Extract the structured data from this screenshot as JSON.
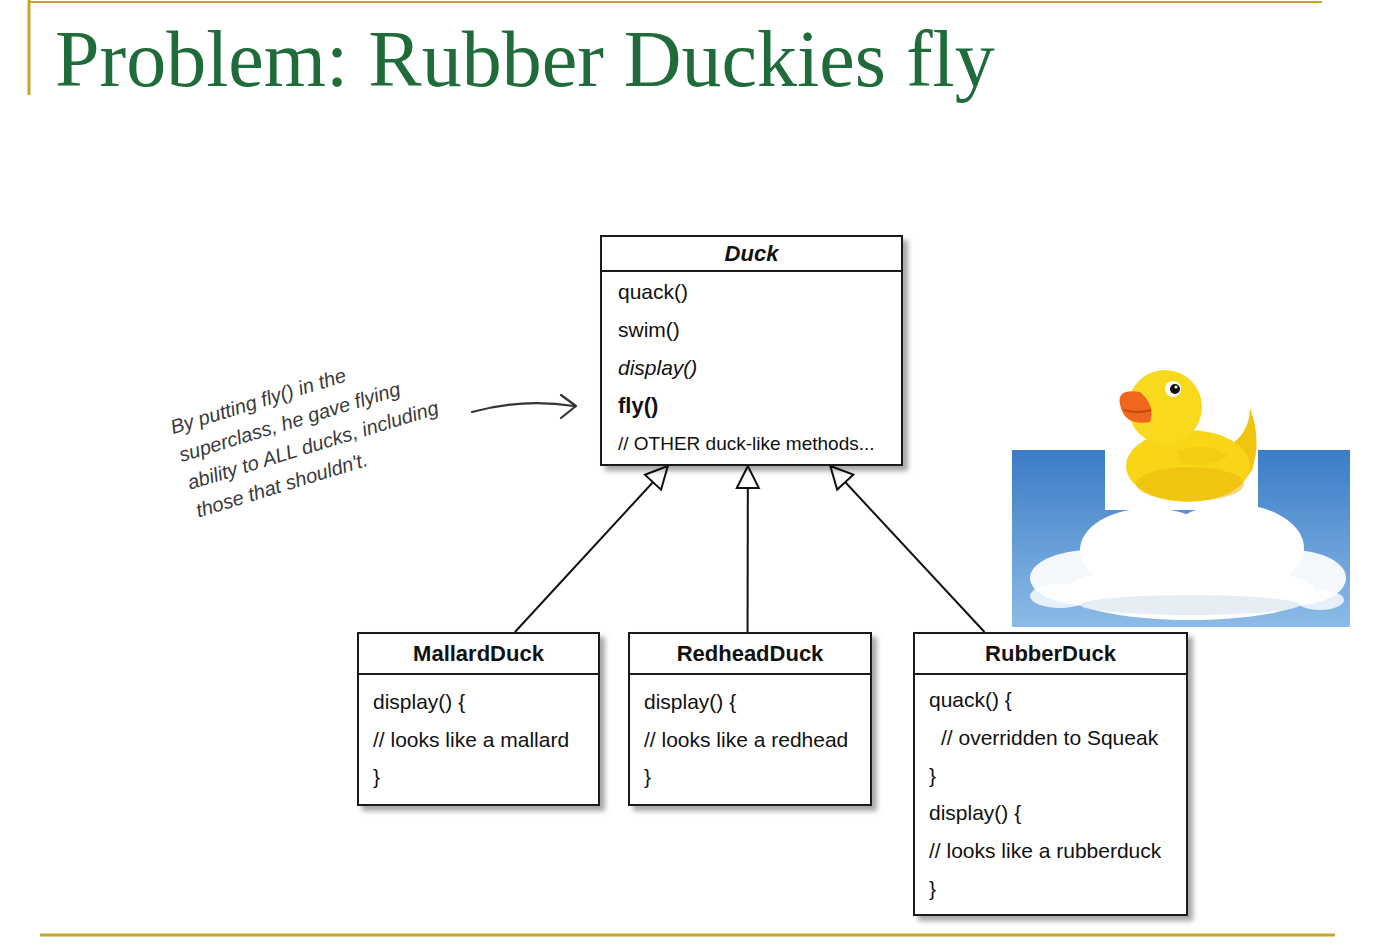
{
  "diagram": {
    "title": "Problem: Rubber Duckies fly",
    "nodes": [
      {
        "text": [
          "Duck",
          "quack()",
          "swim()",
          "display()",
          "fly()",
          "// OTHER duck-like methods..."
        ]
      },
      {
        "text": [
          "MallardDuck",
          "display() {",
          "// looks like a mallard",
          "}"
        ]
      },
      {
        "text": [
          "RedheadDuck",
          "display() {",
          "// looks like a redhead",
          "}"
        ]
      },
      {
        "text": [
          "RubberDuck",
          "quack() {",
          "// overridden to Squeak",
          "}",
          "display() {",
          "// looks like a rubberduck",
          "}"
        ]
      }
    ],
    "edges": [
      {
        "from": 1,
        "to": 0,
        "arrow": "to"
      },
      {
        "from": 2,
        "to": 0,
        "arrow": "to"
      },
      {
        "from": 3,
        "to": 0,
        "arrow": "to"
      }
    ],
    "labels": [
      "By putting fly() in the superclass, he gave flying ability to ALL ducks, including those that shouldn't."
    ]
  }
}
